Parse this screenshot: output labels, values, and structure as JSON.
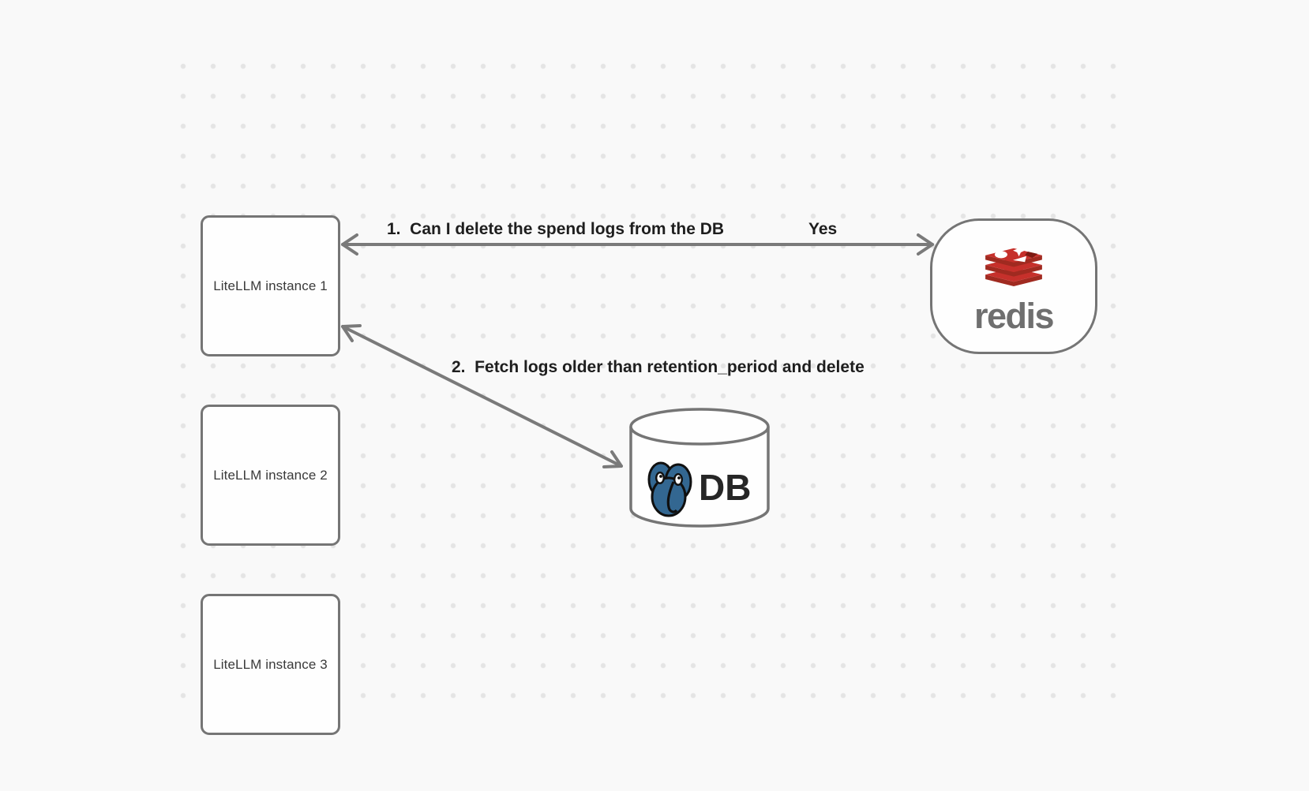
{
  "diagram_type": "architecture-flow",
  "nodes": {
    "instance1": {
      "label": "LiteLLM instance 1"
    },
    "instance2": {
      "label": "LiteLLM instance 2"
    },
    "instance3": {
      "label": "LiteLLM instance 3"
    },
    "redis": {
      "wordmark": "redis",
      "icon": "redis-logo"
    },
    "database": {
      "label": "DB",
      "icon": "postgresql-elephant-logo"
    }
  },
  "edges": {
    "edge1": {
      "label": "1.  Can I delete the spend logs from the DB",
      "response": "Yes",
      "between": [
        "instance1",
        "redis"
      ],
      "direction": "bidirectional"
    },
    "edge2": {
      "label": "2.  Fetch logs older than retention_period and delete",
      "between": [
        "instance1",
        "database"
      ],
      "direction": "bidirectional"
    }
  },
  "colors": {
    "background": "#f9f9f9",
    "dot_grid": "#e4e4e4",
    "node_stroke": "#757575",
    "arrow": "#7a7a7a",
    "edge_label_text": "#1e1e1e",
    "redis_red": "#c6302b",
    "redis_dark_red": "#a02a20",
    "postgres_blue": "#336791"
  }
}
